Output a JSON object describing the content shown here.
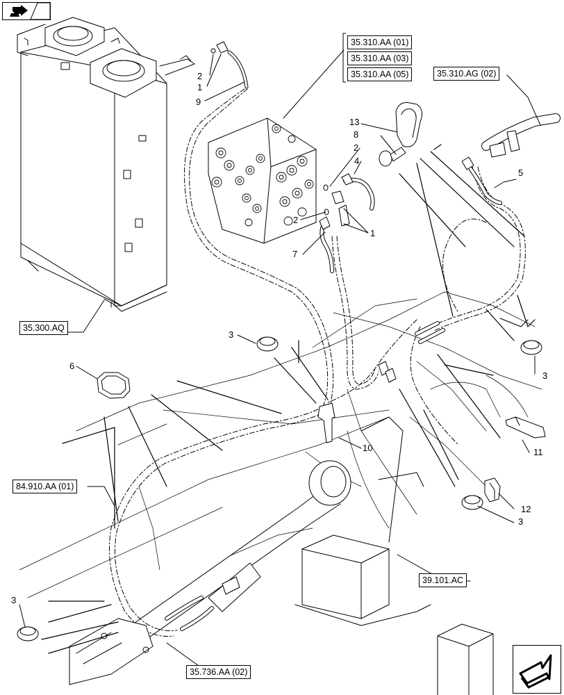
{
  "references": {
    "valve_refs": [
      "35.310.AA (01)",
      "35.310.AA (03)",
      "35.310.AA (05)"
    ],
    "hydraulic_ref": "35.310.AG (02)",
    "tank_ref": "35.300.AQ",
    "frame_ref": "84.910.AA (01)",
    "body_ref": "39.101.AC",
    "cylinder_ref": "35.736.AA (02)"
  },
  "callouts": {
    "c2a": "2",
    "c1a": "1",
    "c9": "9",
    "c13": "13",
    "c8": "8",
    "c2b": "2",
    "c4": "4",
    "c5": "5",
    "c2c": "2",
    "c7": "7",
    "c1b": "1",
    "c3a": "3",
    "c6": "6",
    "c10": "10",
    "c3b": "3",
    "c11": "11",
    "c12": "12",
    "c3c": "3",
    "c3d": "3"
  },
  "icons": {
    "top_left": "prev-page-icon",
    "bottom_right": "next-page-icon"
  }
}
